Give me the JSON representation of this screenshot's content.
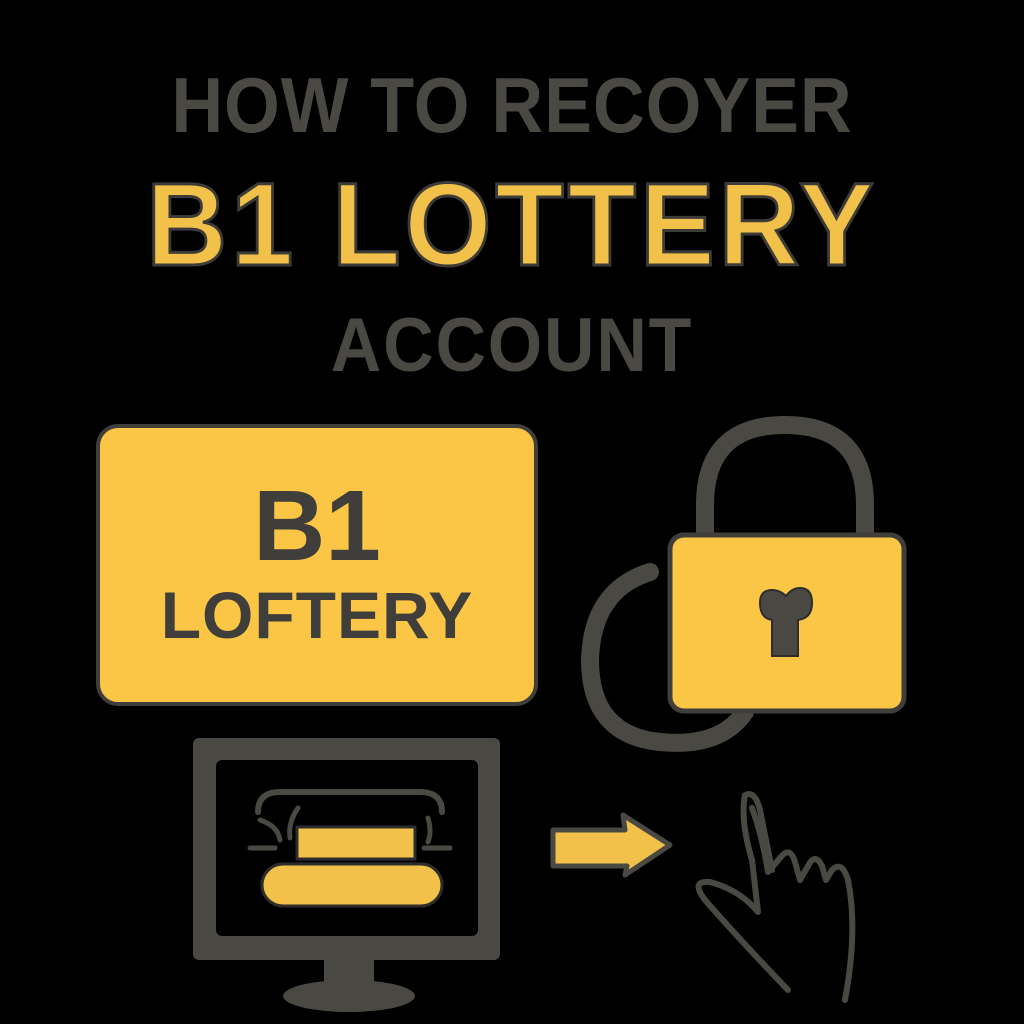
{
  "title": {
    "line1": "HOW TO RECOYER",
    "line2": "B1 LOTTERY",
    "line3": "ACCOUNT"
  },
  "card": {
    "brand": "B1",
    "name": "LOFTERY"
  },
  "icons": {
    "lock": "padlock-icon",
    "monitor": "monitor-icon",
    "arrow": "arrow-right-icon",
    "hand": "pointing-hand-icon"
  },
  "colors": {
    "background": "#000000",
    "accent_yellow": "#f2c14a",
    "dark_gray": "#4a4843"
  }
}
